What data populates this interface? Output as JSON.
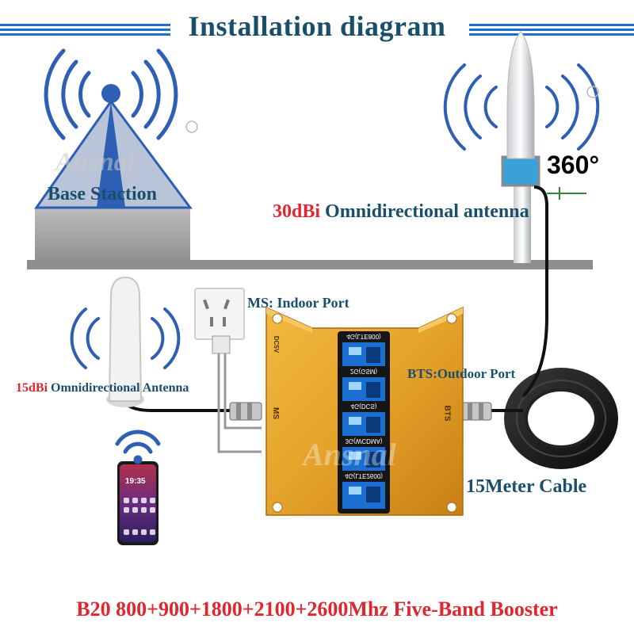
{
  "title": "Installation diagram",
  "base_station": {
    "label": "Base Staction"
  },
  "outdoor_antenna": {
    "gain": "30dBi",
    "label": " Omnidirectional antenna",
    "angle": "360°"
  },
  "indoor_port": {
    "label": "MS: Indoor Port"
  },
  "outdoor_port": {
    "label": "BTS:Outdoor Port"
  },
  "indoor_antenna": {
    "gain": "15dBi",
    "label": " Omnidirectional  Antenna"
  },
  "cable": {
    "label": "15Meter Cable"
  },
  "booster": {
    "bands": [
      "4G(LTE800)",
      "2G(GSM)",
      "4G(DCS)",
      "3G(WCDMA)",
      "4G(LTE2600)"
    ],
    "ms_port": "MS",
    "bts_port": "BTS",
    "power_port": "DC5V"
  },
  "phone": {
    "time": "19:35"
  },
  "watermark": "Ansnal",
  "caption": "B20 800+900+1800+2100+2600Mhz Five-Band Booster",
  "colors": {
    "title": "#1a4f6b",
    "accent_red": "#e0262e",
    "booster_gold": "#e4a22a",
    "screen_blue": "#1a6fd0",
    "wave_blue": "#2d5fb5"
  }
}
